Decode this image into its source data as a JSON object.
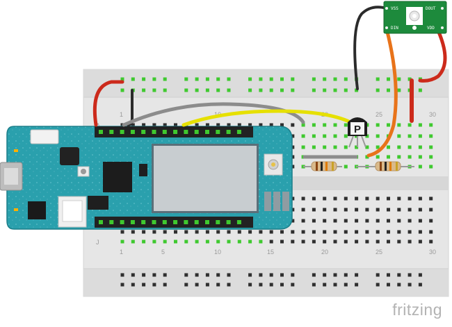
{
  "brand": {
    "text": "fritzing"
  },
  "breadboard": {
    "row_letters": [
      "A",
      "J"
    ],
    "column_numbers": [
      "1",
      "5",
      "10",
      "15",
      "20",
      "25",
      "30"
    ]
  },
  "led_module": {
    "labels": {
      "vss": "VSS",
      "dout": "DOUT",
      "din": "DIN",
      "vdd": "VDD"
    }
  },
  "transistor": {
    "label": "P"
  },
  "colors": {
    "breadboard": "#e6e6e6",
    "board_teal": "#2aa0ad",
    "wire_red": "#cc2a1b",
    "wire_black": "#2b2b2b",
    "wire_gray": "#8c8c8c",
    "wire_yellow": "#e6e000",
    "wire_orange": "#e8731a",
    "hole_green": "#3fc92f",
    "led_board_green": "#1d8a3c"
  }
}
